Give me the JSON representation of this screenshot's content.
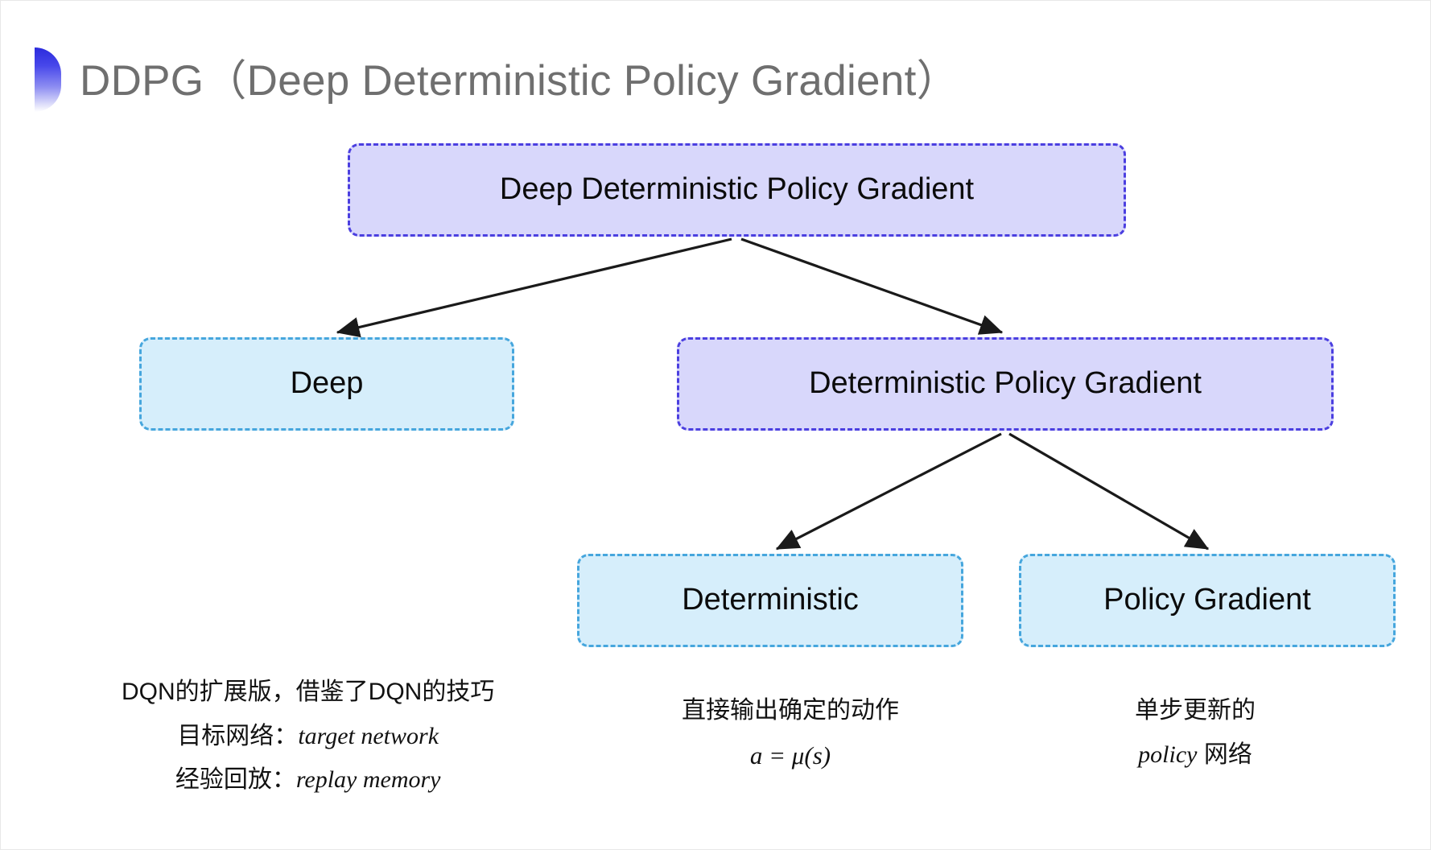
{
  "slide": {
    "title": "DDPG（Deep Deterministic Policy Gradient）",
    "background_color": "#ffffff",
    "decoration": "half-ellipse-gradient",
    "decoration_colors": [
      "#2b2bdd",
      "#ffffff"
    ]
  },
  "colors": {
    "purple_fill": "#d8d7fb",
    "purple_border": "#4b3fe0",
    "cyan_fill": "#d6eefb",
    "cyan_border": "#46a6dd",
    "title_text": "#6f6f6f",
    "arrow": "#1a1a1a"
  },
  "diagram": {
    "nodes": [
      {
        "id": "root",
        "label": "Deep Deterministic Policy Gradient",
        "style": "purple"
      },
      {
        "id": "deep",
        "label": "Deep",
        "style": "cyan"
      },
      {
        "id": "dpg",
        "label": "Deterministic Policy Gradient",
        "style": "purple"
      },
      {
        "id": "det",
        "label": "Deterministic",
        "style": "cyan"
      },
      {
        "id": "pg",
        "label": "Policy Gradient",
        "style": "cyan"
      }
    ],
    "edges": [
      {
        "from": "root",
        "to": "deep"
      },
      {
        "from": "root",
        "to": "dpg"
      },
      {
        "from": "dpg",
        "to": "det"
      },
      {
        "from": "dpg",
        "to": "pg"
      }
    ]
  },
  "captions": {
    "deep": {
      "line1": "DQN的扩展版，借鉴了DQN的技巧",
      "line2_label": "目标网络：",
      "line2_term": "target network",
      "line3_label": "经验回放：",
      "line3_term": "replay memory"
    },
    "deterministic": {
      "line1": "直接输出确定的动作",
      "formula": "a = μ(s)"
    },
    "policy_gradient": {
      "line1": "单步更新的",
      "line2_term": "policy",
      "line2_suffix": " 网络"
    }
  }
}
